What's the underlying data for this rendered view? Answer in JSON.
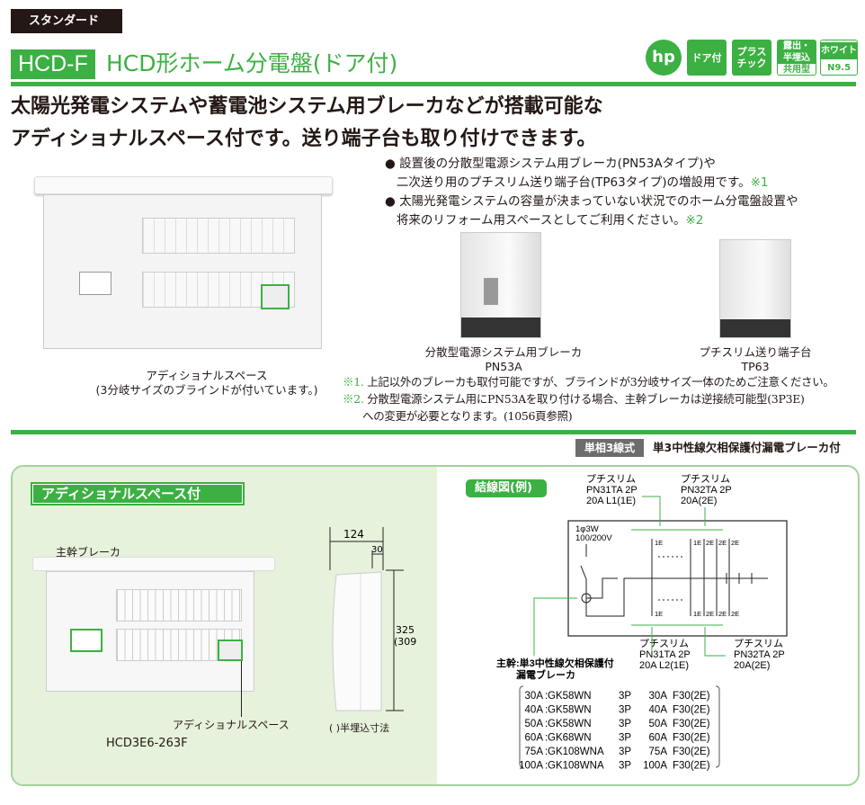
{
  "category": "スタンダード",
  "model": "HCD-F",
  "title": "HCD形ホーム分電盤(ドア付)",
  "badges": [
    {
      "label": "ドア付"
    },
    {
      "label1": "プラス",
      "label2": "チック"
    },
    {
      "label1": "露出・",
      "label2": "半埋込",
      "sub": "共用型"
    },
    {
      "label": "ホワイト",
      "sub": "N9.5"
    }
  ],
  "logo_badge": "hp",
  "headline": [
    "太陽光発電システムや蓄電池システム用ブレーカなどが搭載可能な",
    "アディショナルスペース付です。送り端子台も取り付けできます。"
  ],
  "bullets": [
    {
      "lines": [
        "設置後の分散型電源システム用ブレーカ(PN53Aタイプ)や",
        "二次送り用のプチスリム送り端子台(TP63タイプ)の増設用です。"
      ],
      "ref": "※1"
    },
    {
      "lines": [
        "太陽光発電システムの容量が決まっていない状況でのホーム分電盤設置や",
        "将来のリフォーム用スペースとしてご利用ください。"
      ],
      "ref": "※2"
    }
  ],
  "photo_caption": [
    "アディショナルスペース",
    "(3分岐サイズのブラインドが付いています。)"
  ],
  "products": [
    {
      "name": "分散型電源システム用ブレーカ",
      "code": "PN53A"
    },
    {
      "name": "プチスリム送り端子台",
      "code": "TP63"
    }
  ],
  "notes": [
    {
      "mark": "※1.",
      "text": "上記以外のブレーカも取付可能ですが、ブラインドが3分岐サイズ一体のためご注意ください。"
    },
    {
      "mark": "※2.",
      "text": "分散型電源システム用にPN53Aを取り付ける場合、主幹ブレーカは逆接続可能型(3P3E)",
      "text2": "への変更が必要となります。(1056頁参照)"
    }
  ],
  "system_tag": "単相3線式",
  "system_desc": "単3中性線欠相保護付漏電ブレーカ付",
  "left_section": {
    "title": "アディショナルスペース付",
    "main_breaker": "主幹ブレーカ",
    "additional": "アディショナルスペース",
    "model": "HCD3E6-263F",
    "dim_depth": "124",
    "dim_door": "30",
    "dim_height": "325",
    "dim_height_semi": "(309)",
    "dim_note": "(   )半埋込寸法"
  },
  "wiring": {
    "title": "結線図(例)",
    "supply": [
      "1φ3W",
      "100/200V"
    ],
    "top_left": [
      "プチスリム",
      "PN31TA 2P",
      "20A L1(1E)"
    ],
    "top_right": [
      "プチスリム",
      "PN32TA 2P",
      "20A(2E)"
    ],
    "bot_left": [
      "プチスリム",
      "PN31TA 2P",
      "20A L2(1E)"
    ],
    "bot_right": [
      "プチスリム",
      "PN32TA 2P",
      "20A(2E)"
    ],
    "main": [
      "主幹:単3中性線欠相保護付",
      "漏電ブレーカ"
    ],
    "labels": [
      "1E",
      "1E",
      "2E",
      "2E",
      "2E"
    ],
    "table": [
      [
        "30A",
        "GK58WN",
        "3P",
        "30A",
        "F30(2E)"
      ],
      [
        "40A",
        "GK58WN",
        "3P",
        "40A",
        "F30(2E)"
      ],
      [
        "50A",
        "GK58WN",
        "3P",
        "50A",
        "F30(2E)"
      ],
      [
        "60A",
        "GK68WN",
        "3P",
        "60A",
        "F30(2E)"
      ],
      [
        "75A",
        "GK108WNA",
        "3P",
        "75A",
        "F30(2E)"
      ],
      [
        "100A",
        "GK108WNA",
        "3P",
        "100A",
        "F30(2E)"
      ]
    ]
  },
  "colors": {
    "green": "#3cb043",
    "light_green": "#e6f2dc"
  }
}
